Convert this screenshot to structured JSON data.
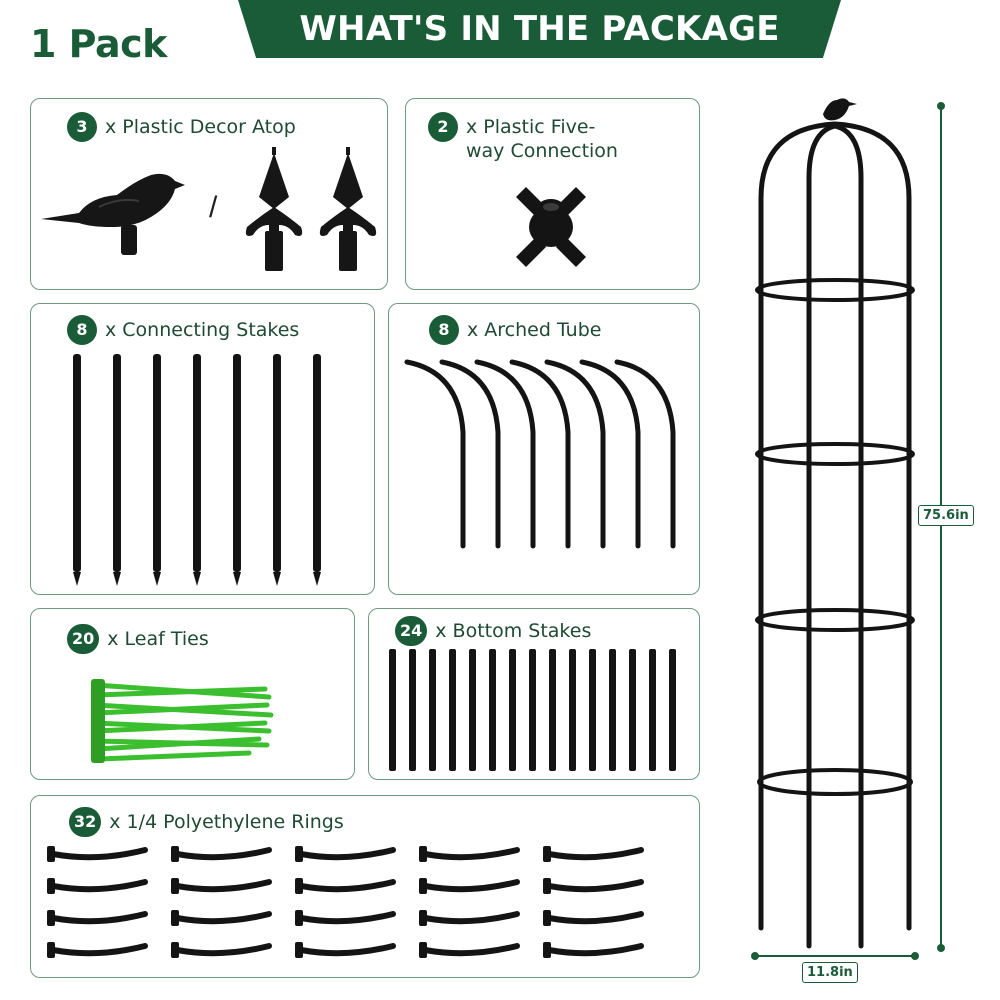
{
  "header": {
    "pack_label": "1 Pack",
    "banner_title": "WHAT'S IN THE PACKAGE"
  },
  "colors": {
    "brand_green": "#1a5c38",
    "border": "#6f9a80",
    "leaf_tie_green": "#3bbf2f",
    "part_black": "#141414"
  },
  "items": [
    {
      "count": "3",
      "label": "x Plastic Decor Atop",
      "icon": "bird-finial-and-spear-tips"
    },
    {
      "count": "2",
      "label": "x Plastic Five-\nway Connection",
      "icon": "five-way-connector"
    },
    {
      "count": "8",
      "label": "x Connecting Stakes",
      "icon": "connecting-stakes"
    },
    {
      "count": "8",
      "label": "x Arched Tube",
      "icon": "arched-tubes"
    },
    {
      "count": "20",
      "label": "x Leaf Ties",
      "icon": "leaf-ties"
    },
    {
      "count": "24",
      "label": "x Bottom Stakes",
      "icon": "bottom-stakes"
    },
    {
      "count": "32",
      "label": "x 1/4 Polyethylene Rings",
      "icon": "ring-segments"
    }
  ],
  "dimensions": {
    "height": "75.6in",
    "width": "11.8in"
  }
}
